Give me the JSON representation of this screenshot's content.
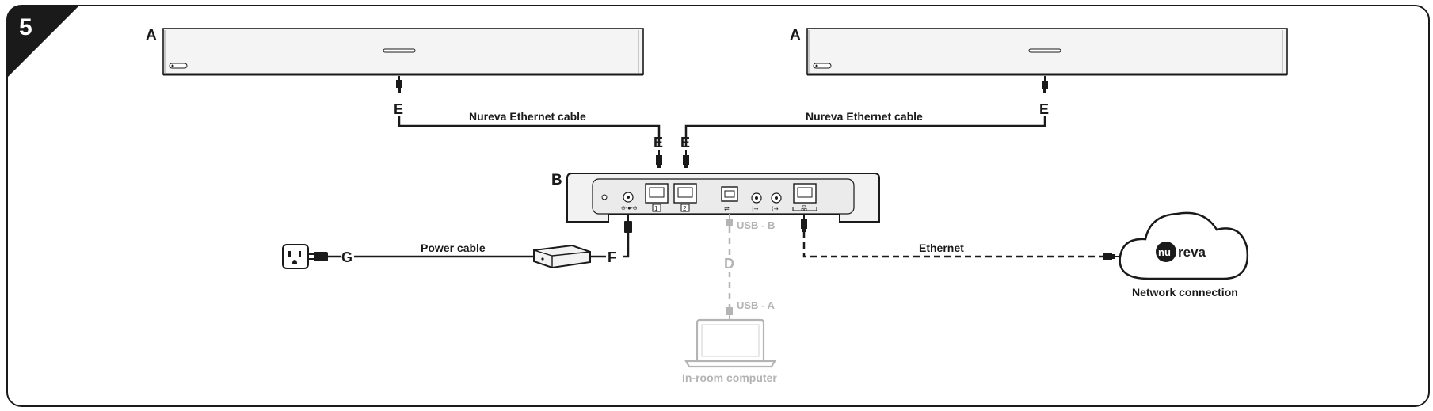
{
  "step": "5",
  "devices": {
    "left_bar_label": "A",
    "right_bar_label": "A",
    "hub_label": "B"
  },
  "connectors": {
    "e_left_top": "E",
    "e_right_top": "E",
    "e_hub_left": "E",
    "e_hub_right": "E",
    "power_f": "F",
    "power_g": "G",
    "usb_d": "D"
  },
  "cables": {
    "ethernet_left": "Nureva Ethernet cable",
    "ethernet_right": "Nureva Ethernet cable",
    "power": "Power cable",
    "network": "Ethernet",
    "usb_b": "USB - B",
    "usb_a": "USB - A"
  },
  "port_numbers": [
    "1",
    "2"
  ],
  "endpoints": {
    "computer": "In-room computer",
    "network": "Network connection",
    "logo_prefix": "nu",
    "logo_suffix": "reva"
  },
  "colors": {
    "stroke": "#1a1a1a",
    "muted": "#b4b4b4",
    "device_fill": "#f2f2f2"
  },
  "icons": [
    "outlet-icon",
    "power-adapter-icon",
    "laptop-icon",
    "cloud-icon",
    "ethernet-plug-icon",
    "usb-plug-icon",
    "dc-plug-icon"
  ]
}
